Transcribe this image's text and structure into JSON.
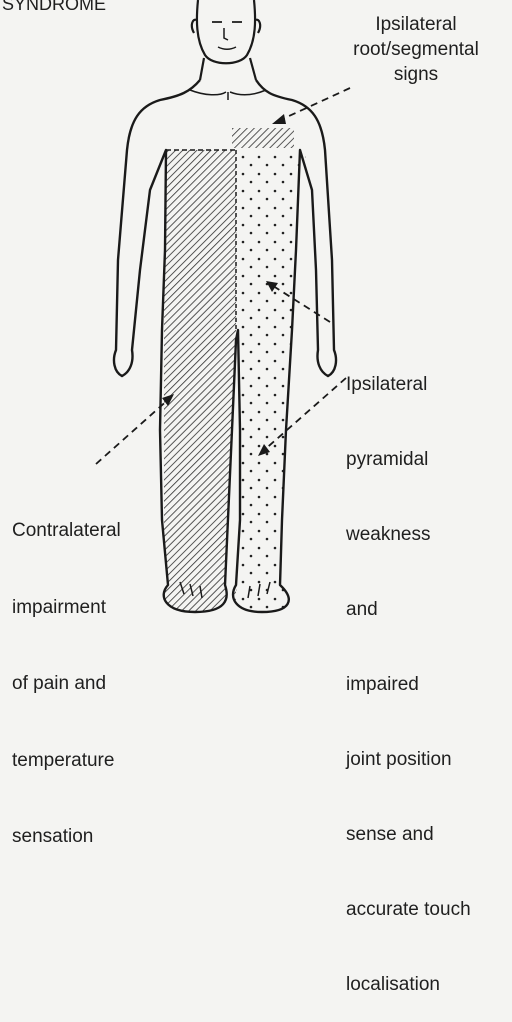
{
  "title": "SYNDROME",
  "annotations": {
    "root_signs": [
      "Ipsilateral",
      "root/segmental",
      "signs"
    ],
    "pyramidal": [
      "Ipsilateral",
      "pyramidal",
      "weakness",
      "and",
      "impaired",
      "joint position",
      "sense and",
      "accurate touch",
      "localisation"
    ],
    "contralateral": [
      "Contralateral",
      "impairment",
      "of pain and",
      "temperature",
      "sensation"
    ]
  },
  "colors": {
    "ink": "#1a1a1a",
    "paper": "#f4f4f2",
    "hatch": "#3a3a3a"
  }
}
